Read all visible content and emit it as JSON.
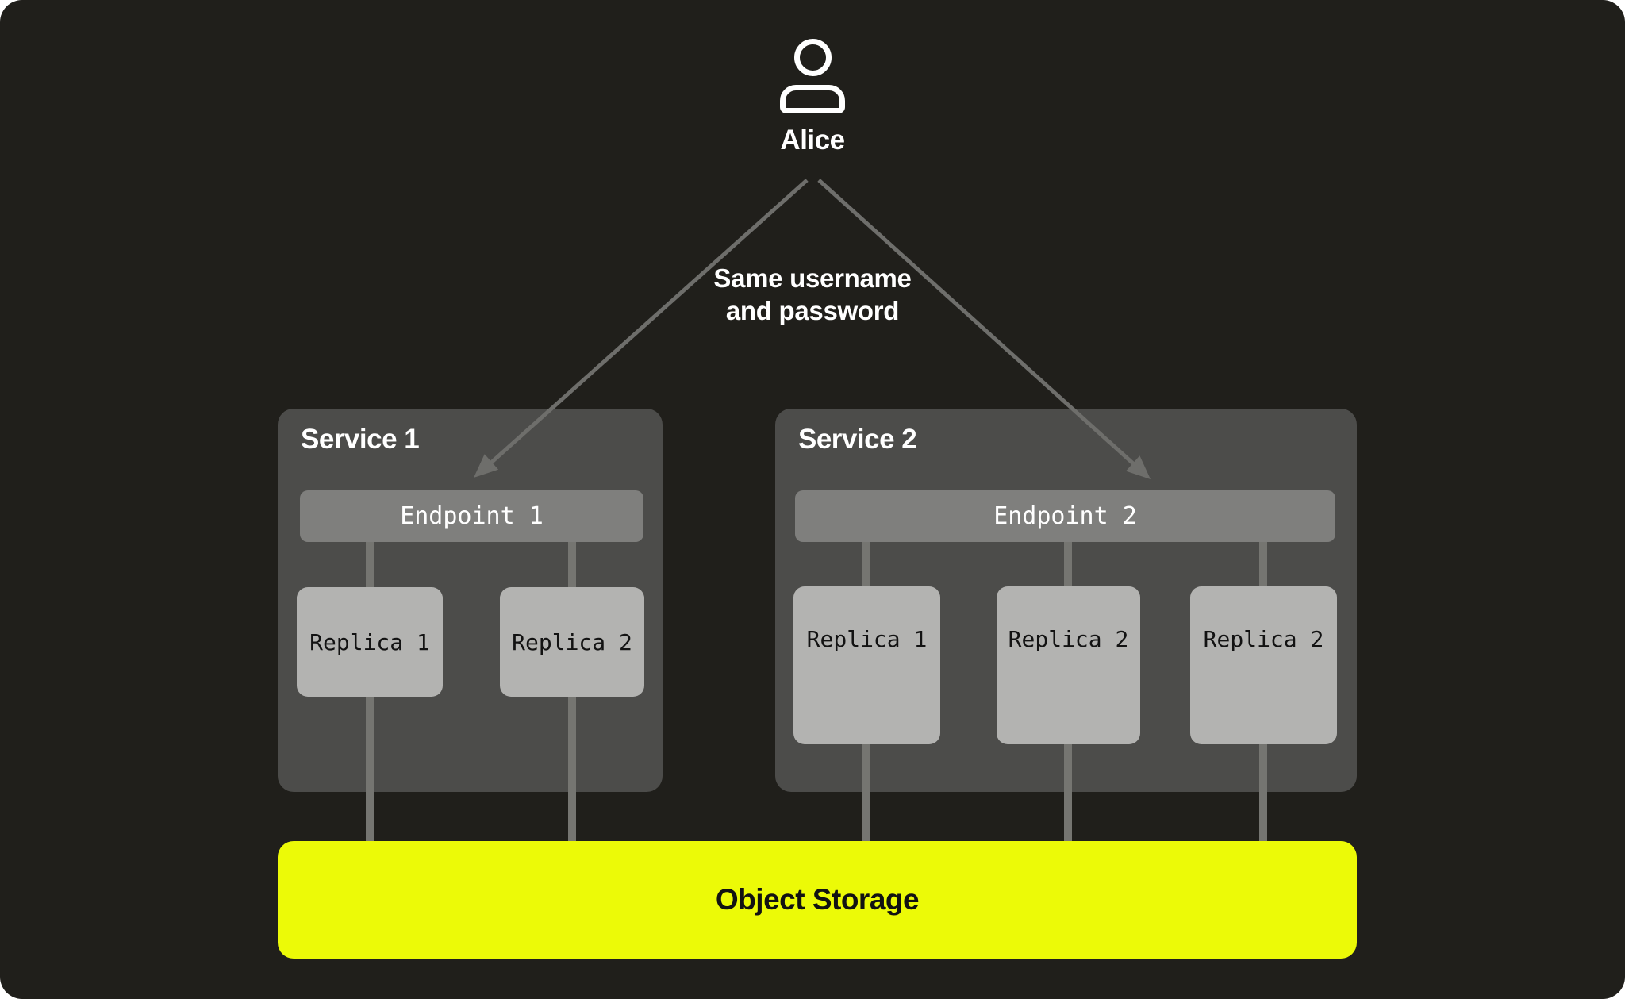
{
  "colors": {
    "page-bg": "#ffffff",
    "canvas-bg": "#201f1b",
    "panel": "#4c4c4a",
    "endpoint": "#7f7f7d",
    "replica": "#b3b3b1",
    "connector": "#757571",
    "arrow": "#6e6e6b",
    "accent": "#ecfa07",
    "text-light": "#ffffff",
    "text-dark": "#121212"
  },
  "user": {
    "name": "Alice",
    "icon": "person-icon"
  },
  "annotation": {
    "text": "Same username\nand password"
  },
  "services": [
    {
      "title": "Service 1",
      "endpoint": {
        "label": "Endpoint 1"
      },
      "replicas": [
        {
          "label": "Replica 1"
        },
        {
          "label": "Replica 2"
        }
      ]
    },
    {
      "title": "Service 2",
      "endpoint": {
        "label": "Endpoint 2"
      },
      "replicas": [
        {
          "label": "Replica 1"
        },
        {
          "label": "Replica 2"
        },
        {
          "label": "Replica 2"
        }
      ]
    }
  ],
  "storage": {
    "label": "Object Storage"
  }
}
